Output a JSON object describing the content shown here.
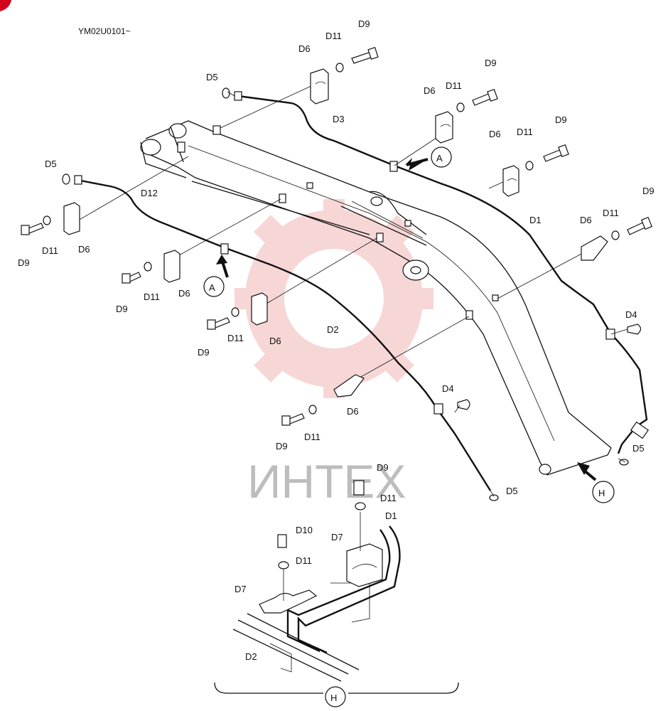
{
  "doc_code": "YM02U0101~",
  "watermark": "ИНТЕХ",
  "views": {
    "A": "A",
    "H": "H"
  },
  "colors": {
    "corner_mark": "#d0021b",
    "watermark_logo": "#f2b5b5",
    "watermark_text": "#bdbdbd"
  },
  "labels": {
    "D1": "D1",
    "D2": "D2",
    "D3": "D3",
    "D4": "D4",
    "D5": "D5",
    "D6": "D6",
    "D7": "D7",
    "D9": "D9",
    "D10": "D10",
    "D11": "D11",
    "D12": "D12"
  }
}
